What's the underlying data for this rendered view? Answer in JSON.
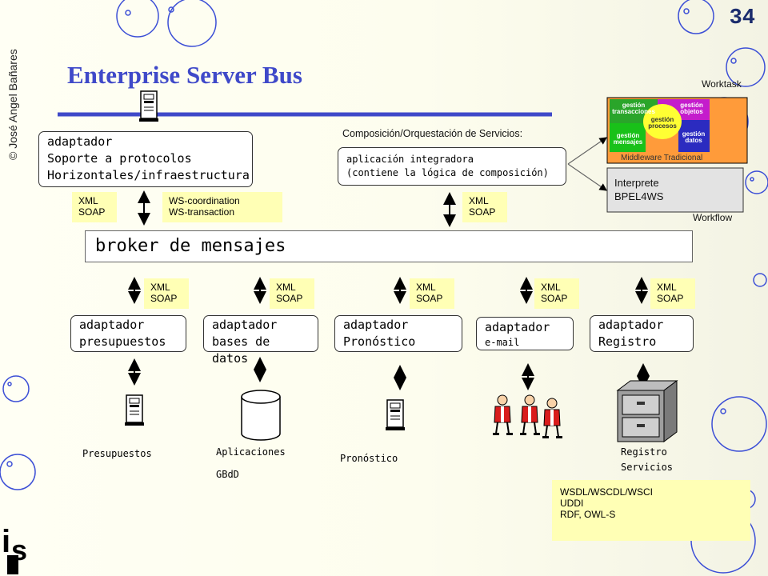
{
  "title": "Enterprise Server Bus",
  "slide_number": "34",
  "copyright": "© José Angel Bañares",
  "top_adaptor": {
    "lines": [
      "adaptador",
      "Soporte a protocolos",
      "Horizontales/infraestructura"
    ]
  },
  "top_xml_soap": [
    "XML",
    "SOAP"
  ],
  "ws_box": [
    "WS-coordination",
    "WS-transaction"
  ],
  "composition": {
    "heading": "Composición/Orquestación de Servicios:",
    "app_lines": [
      "aplicación integradora",
      "(contiene la lógica de composición)"
    ],
    "xml_soap": [
      "XML",
      "SOAP"
    ]
  },
  "worktask": "Worktask",
  "workflow": "Workflow",
  "middleware": {
    "caption": "Middleware Tradicional",
    "pieces": [
      "gestión transacciones",
      "gestión objetos",
      "gestión procesos",
      "gestión mensajes",
      "gestión datos"
    ]
  },
  "interpreter": [
    "Interprete",
    "BPEL4WS"
  ],
  "broker": "broker de mensajes",
  "adaptors": [
    {
      "xml": [
        "XML",
        "SOAP"
      ],
      "lines": [
        "adaptador",
        "presupuestos"
      ],
      "resource": "Presupuestos"
    },
    {
      "xml": [
        "XML",
        "SOAP"
      ],
      "lines": [
        "adaptador",
        "bases de datos"
      ],
      "resource": "Aplicaciones",
      "resource2": "GBdD"
    },
    {
      "xml": [
        "XML",
        "SOAP"
      ],
      "lines": [
        "adaptador",
        "Pronóstico"
      ],
      "resource": "Pronóstico"
    },
    {
      "xml": [
        "XML",
        "SOAP"
      ],
      "lines": [
        "adaptador",
        "e-mail"
      ],
      "resource": ""
    },
    {
      "xml": [
        "XML",
        "SOAP"
      ],
      "lines": [
        "adaptador",
        "Registro"
      ],
      "resource": "Registro",
      "resource2": "Servicios"
    }
  ],
  "registry_box": [
    "WSDL/WSCDL/WSCI",
    "UDDI",
    "RDF, OWL-S"
  ],
  "colors": {
    "title": "#3f49c9",
    "yellow": "#ffffb5",
    "rule": "#3f49c9"
  }
}
